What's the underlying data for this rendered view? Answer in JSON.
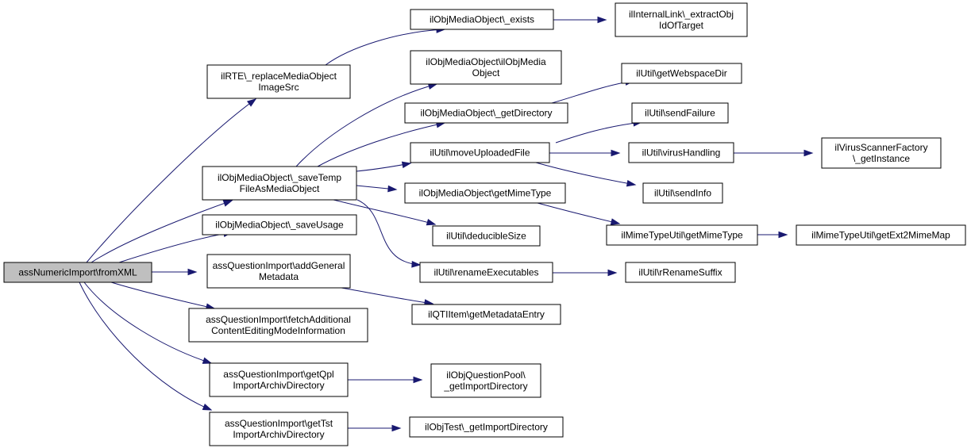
{
  "graph": {
    "colors": {
      "root_fill": "#bfbfbf",
      "node_fill": "#ffffff",
      "node_border": "#000000",
      "edge": "#191970"
    },
    "nodes": [
      {
        "id": "root",
        "lines": [
          "assNumericImport\\fromXML"
        ],
        "root": true
      },
      {
        "id": "rte",
        "lines": [
          "ilRTE\\_replaceMediaObject",
          "ImageSrc"
        ]
      },
      {
        "id": "saveTemp",
        "lines": [
          "ilObjMediaObject\\_saveTemp",
          "FileAsMediaObject"
        ]
      },
      {
        "id": "saveUsage",
        "lines": [
          "ilObjMediaObject\\_saveUsage"
        ]
      },
      {
        "id": "addMeta",
        "lines": [
          "assQuestionImport\\addGeneral",
          "Metadata"
        ]
      },
      {
        "id": "fetchAdd",
        "lines": [
          "assQuestionImport\\fetchAdditional",
          "ContentEditingModeInformation"
        ]
      },
      {
        "id": "getQpl",
        "lines": [
          "assQuestionImport\\getQpl",
          "ImportArchivDirectory"
        ]
      },
      {
        "id": "getTst",
        "lines": [
          "assQuestionImport\\getTst",
          "ImportArchivDirectory"
        ]
      },
      {
        "id": "exists",
        "lines": [
          "ilObjMediaObject\\_exists"
        ]
      },
      {
        "id": "ctor",
        "lines": [
          "ilObjMediaObject\\ilObjMedia",
          "Object"
        ]
      },
      {
        "id": "getDir",
        "lines": [
          "ilObjMediaObject\\_getDirectory"
        ]
      },
      {
        "id": "moveUp",
        "lines": [
          "ilUtil\\moveUploadedFile"
        ]
      },
      {
        "id": "mimeType",
        "lines": [
          "ilObjMediaObject\\getMimeType"
        ]
      },
      {
        "id": "deducible",
        "lines": [
          "ilUtil\\deducibleSize"
        ]
      },
      {
        "id": "renameExe",
        "lines": [
          "ilUtil\\renameExecutables"
        ]
      },
      {
        "id": "qtiMeta",
        "lines": [
          "ilQTIItem\\getMetadataEntry"
        ]
      },
      {
        "id": "qplImport",
        "lines": [
          "ilObjQuestionPool\\",
          "_getImportDirectory"
        ]
      },
      {
        "id": "tstImport",
        "lines": [
          "ilObjTest\\_getImportDirectory"
        ]
      },
      {
        "id": "extractObj",
        "lines": [
          "ilInternalLink\\_extractObj",
          "IdOfTarget"
        ]
      },
      {
        "id": "webspace",
        "lines": [
          "ilUtil\\getWebspaceDir"
        ]
      },
      {
        "id": "sendFailure",
        "lines": [
          "ilUtil\\sendFailure"
        ]
      },
      {
        "id": "virus",
        "lines": [
          "ilUtil\\virusHandling"
        ]
      },
      {
        "id": "sendInfo",
        "lines": [
          "ilUtil\\sendInfo"
        ]
      },
      {
        "id": "mimeUtil",
        "lines": [
          "ilMimeTypeUtil\\getMimeType"
        ]
      },
      {
        "id": "rRename",
        "lines": [
          "ilUtil\\rRenameSuffix"
        ]
      },
      {
        "id": "virusFactory",
        "lines": [
          "ilVirusScannerFactory",
          "\\_getInstance"
        ]
      },
      {
        "id": "ext2Mime",
        "lines": [
          "ilMimeTypeUtil\\getExt2MimeMap"
        ]
      }
    ],
    "edges": [
      [
        "root",
        "rte"
      ],
      [
        "root",
        "saveTemp"
      ],
      [
        "root",
        "saveUsage"
      ],
      [
        "root",
        "addMeta"
      ],
      [
        "root",
        "fetchAdd"
      ],
      [
        "root",
        "getQpl"
      ],
      [
        "root",
        "getTst"
      ],
      [
        "rte",
        "exists"
      ],
      [
        "exists",
        "extractObj"
      ],
      [
        "saveTemp",
        "ctor"
      ],
      [
        "saveTemp",
        "getDir"
      ],
      [
        "saveTemp",
        "moveUp"
      ],
      [
        "saveTemp",
        "mimeType"
      ],
      [
        "saveTemp",
        "deducible"
      ],
      [
        "saveTemp",
        "renameExe"
      ],
      [
        "getDir",
        "webspace"
      ],
      [
        "moveUp",
        "sendFailure"
      ],
      [
        "moveUp",
        "virus"
      ],
      [
        "moveUp",
        "sendInfo"
      ],
      [
        "virus",
        "virusFactory"
      ],
      [
        "mimeType",
        "mimeUtil"
      ],
      [
        "mimeUtil",
        "ext2Mime"
      ],
      [
        "renameExe",
        "rRename"
      ],
      [
        "addMeta",
        "qtiMeta"
      ],
      [
        "getQpl",
        "qplImport"
      ],
      [
        "getTst",
        "tstImport"
      ]
    ]
  }
}
